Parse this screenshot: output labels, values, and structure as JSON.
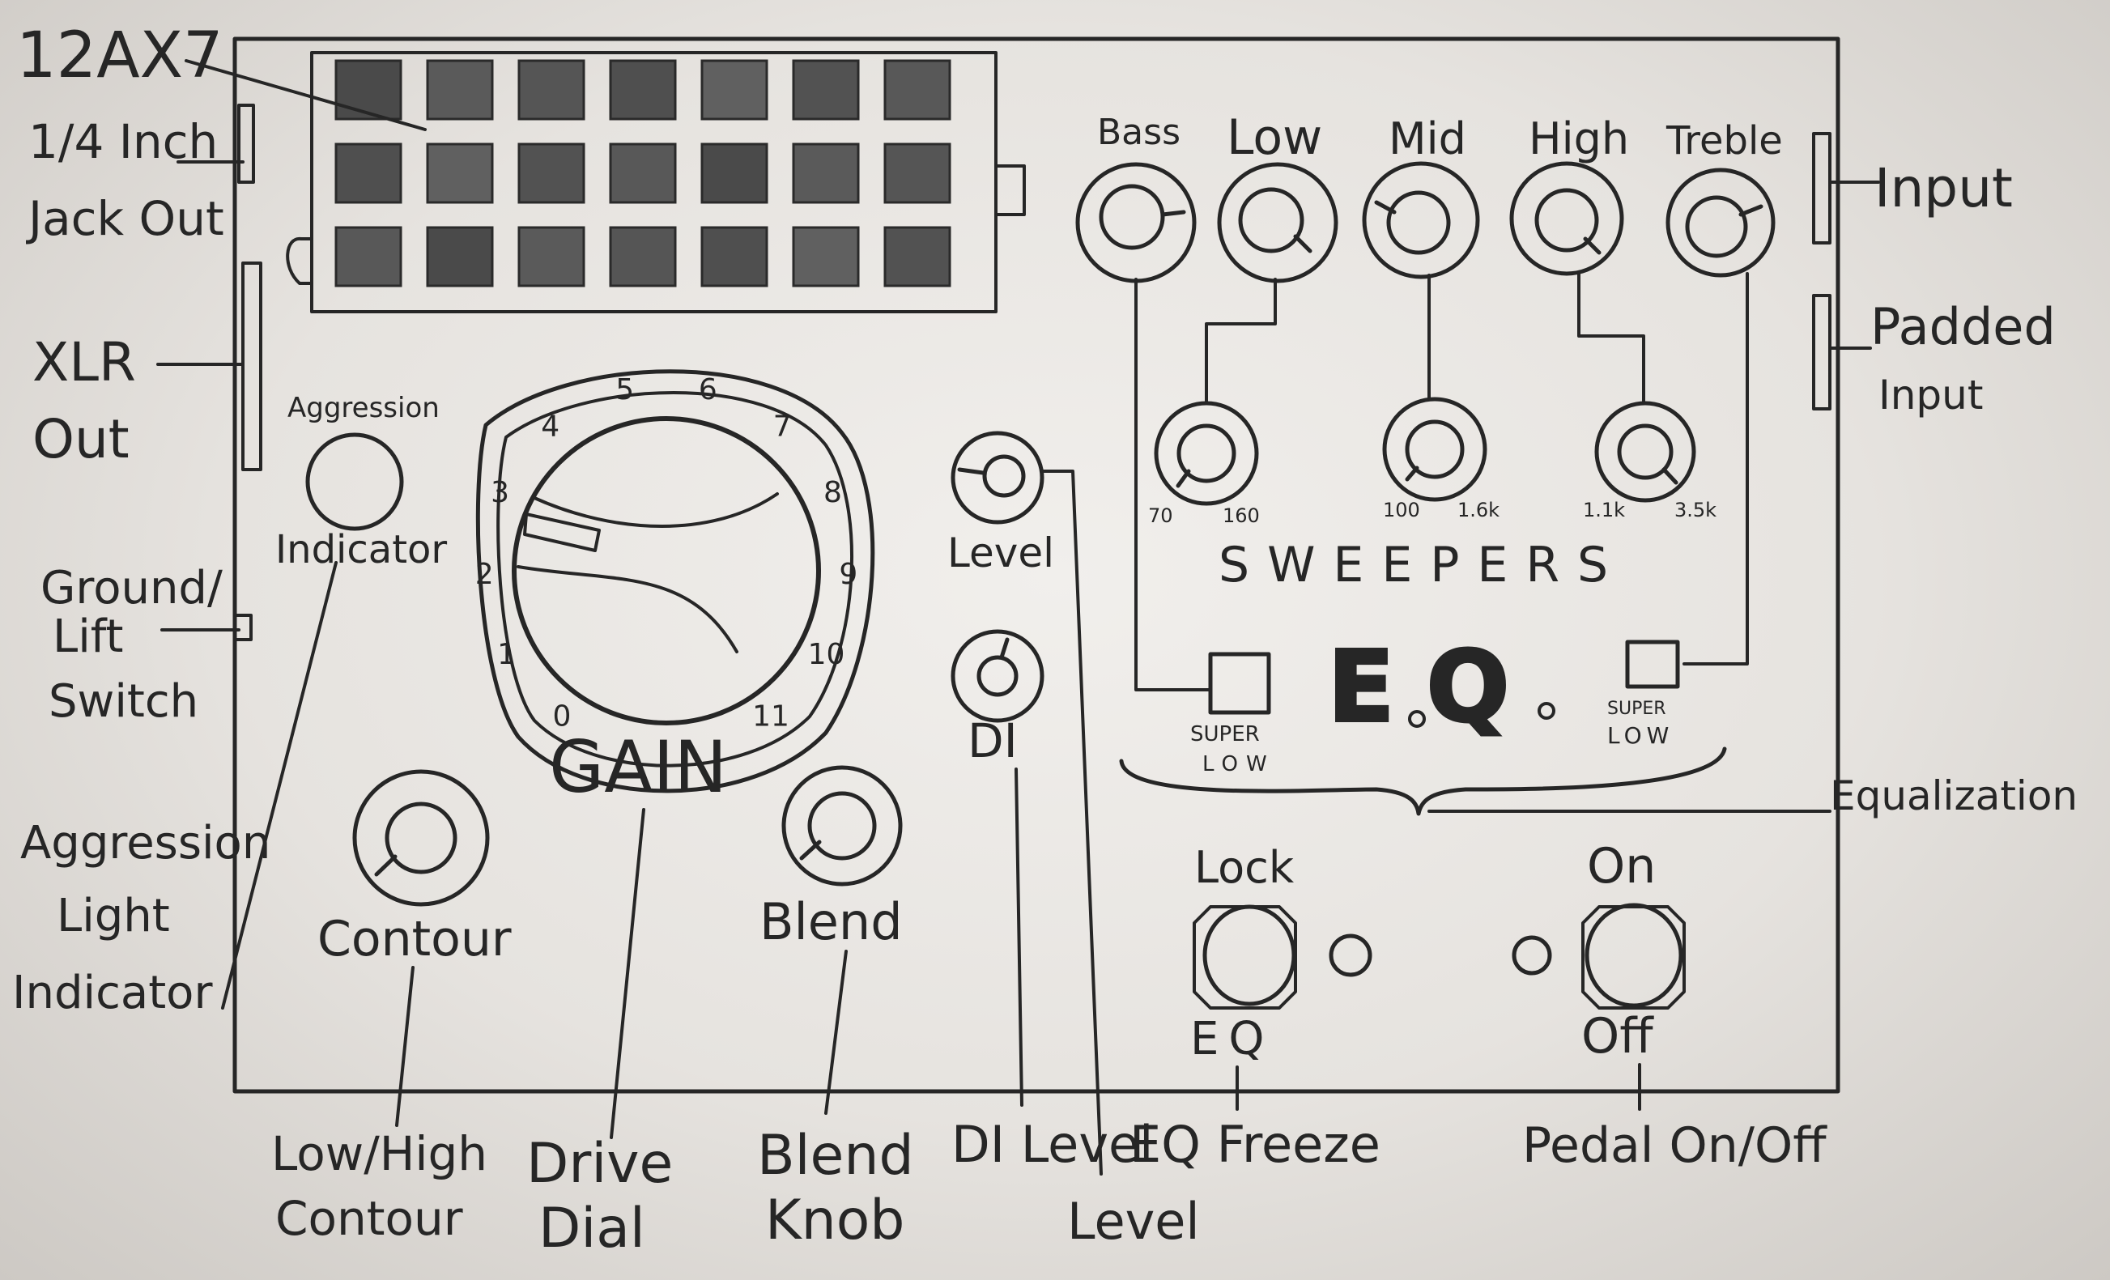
{
  "outer_labels": {
    "tube": "12AX7",
    "jack_out_1": "1/4 Inch",
    "jack_out_2": "Jack Out",
    "xlr_1": "XLR",
    "xlr_2": "Out",
    "ground_1": "Ground/",
    "ground_2": "Lift",
    "ground_3": "Switch",
    "aggr_light_1": "Aggression",
    "aggr_light_2": "Light",
    "aggr_light_3": "Indicator",
    "input": "Input",
    "padded_1": "Padded",
    "padded_2": "Input",
    "equalization": "Equalization"
  },
  "bottom_labels": {
    "contour_1": "Low/High",
    "contour_2": "Contour",
    "drive_1": "Drive",
    "drive_2": "Dial",
    "blend_1": "Blend",
    "blend_2": "Knob",
    "di_1": "DI Level",
    "level": "Level",
    "eq_freeze": "EQ Freeze",
    "pedal": "Pedal On/Off"
  },
  "panel_labels": {
    "aggression_1": "Aggression",
    "aggression_2": "Indicator",
    "gain": "GAIN",
    "contour": "Contour",
    "blend": "Blend",
    "level": "Level",
    "di": "DI",
    "sweepers": "SWEEPERS",
    "eq": "EQ",
    "super_low_l1": "SUPER",
    "super_low_l2": "LOW",
    "super_low_r1": "SUPER",
    "super_low_r2": "LOW",
    "lock": "Lock",
    "eq_switch": "EQ",
    "on": "On",
    "off": "Off"
  },
  "eq_knobs": [
    "Bass",
    "Low",
    "Mid",
    "High",
    "Treble"
  ],
  "sweep_ranges": [
    "70",
    "160",
    "100",
    "1.6k",
    "1.1k",
    "3.5k"
  ],
  "gain_scale": [
    "0",
    "1",
    "2",
    "3",
    "4",
    "5",
    "6",
    "7",
    "8",
    "9",
    "10",
    "11"
  ]
}
